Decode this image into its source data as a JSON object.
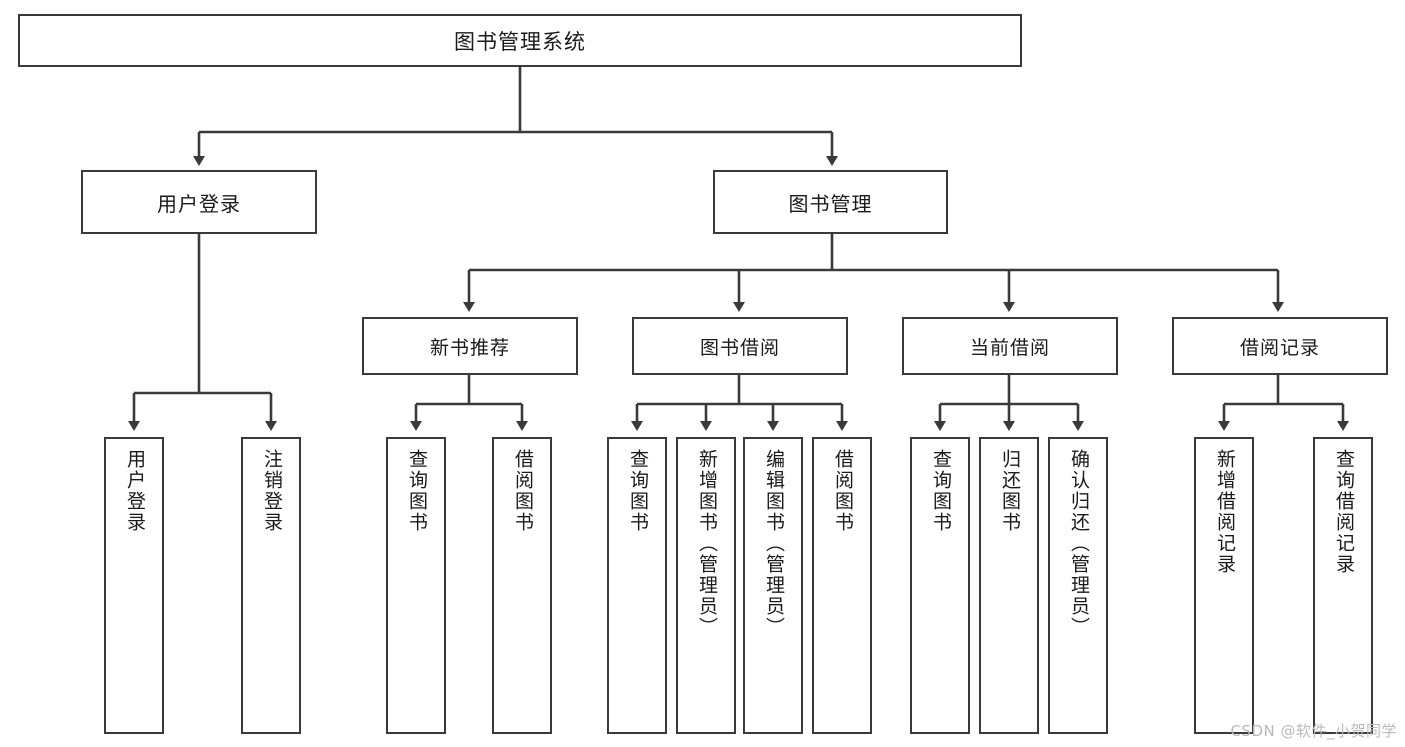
{
  "diagram": {
    "title": "图书管理系统",
    "type": "tree",
    "watermark": "CSDN @软件_小贺同学",
    "colors": {
      "box_border": "#3a3a3a",
      "box_fill": "#ffffff",
      "connector": "#3a3a3a",
      "text": "#1a1a1a",
      "watermark": "#b9b9b9"
    },
    "root": {
      "label": "图书管理系统"
    },
    "level2": [
      {
        "id": "user-login",
        "label": "用户登录"
      },
      {
        "id": "book-manage",
        "label": "图书管理"
      }
    ],
    "level3": [
      {
        "id": "new-book-recommend",
        "label": "新书推荐"
      },
      {
        "id": "book-borrow",
        "label": "图书借阅"
      },
      {
        "id": "current-borrow",
        "label": "当前借阅"
      },
      {
        "id": "borrow-record",
        "label": "借阅记录"
      }
    ],
    "leaves": {
      "user-login": [
        {
          "id": "leaf-user-login",
          "label": "用户登录"
        },
        {
          "id": "leaf-logout-login",
          "label": "注销登录"
        }
      ],
      "new-book-recommend": [
        {
          "id": "leaf-query-book-1",
          "label": "查询图书"
        },
        {
          "id": "leaf-borrow-book-1",
          "label": "借阅图书"
        }
      ],
      "book-borrow": [
        {
          "id": "leaf-query-book-2",
          "label": "查询图书"
        },
        {
          "id": "leaf-add-book",
          "label": "新增图书（管理员）"
        },
        {
          "id": "leaf-edit-book",
          "label": "编辑图书（管理员）"
        },
        {
          "id": "leaf-borrow-book-2",
          "label": "借阅图书"
        }
      ],
      "current-borrow": [
        {
          "id": "leaf-query-book-3",
          "label": "查询图书"
        },
        {
          "id": "leaf-return-book",
          "label": "归还图书"
        },
        {
          "id": "leaf-confirm-return",
          "label": "确认归还（管理员）"
        }
      ],
      "borrow-record": [
        {
          "id": "leaf-add-record",
          "label": "新增借阅记录"
        },
        {
          "id": "leaf-query-record",
          "label": "查询借阅记录"
        }
      ]
    }
  }
}
